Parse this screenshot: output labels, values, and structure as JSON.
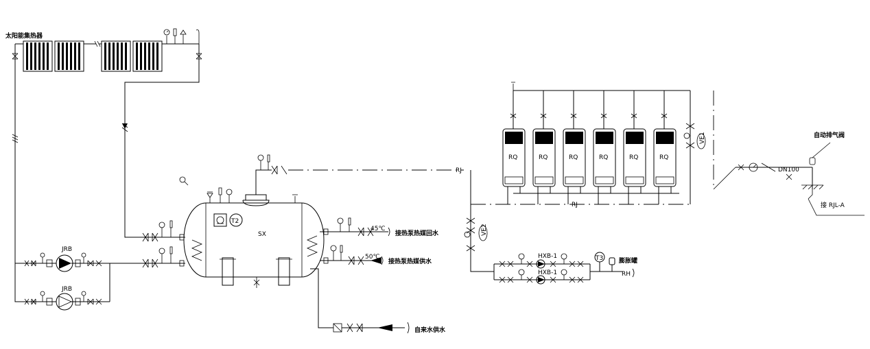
{
  "labels": {
    "solar_collector": "太阳能集热器",
    "tank_tag": "SX",
    "tank_sensor": "T2",
    "heat_pump_return": "接热泵热媒回水",
    "heat_pump_supply": "接热泵热媒供水",
    "temp_45": "45℃",
    "temp_50": "50℃",
    "tap_water_supply": "自来水供水",
    "pump_1": "JRB",
    "pump_2": "JRB",
    "line_rj_top": "RJ",
    "line_rj_mid": "RJ",
    "line_rh": "RH",
    "exchanger_1": "HXB-1",
    "exchanger_2": "HXB-1",
    "sensor_t3": "T3",
    "expansion_tank": "膨胀罐",
    "valve_ve1": "VE1",
    "valve_ve2": "VE2",
    "auto_air_valve": "自动排气阀",
    "dn": "DN100",
    "connect_rjl": "接 RJL-A"
  },
  "heaters": {
    "label": "RQ",
    "count": 6
  },
  "colors": {
    "line": "#000000",
    "background": "#ffffff"
  }
}
